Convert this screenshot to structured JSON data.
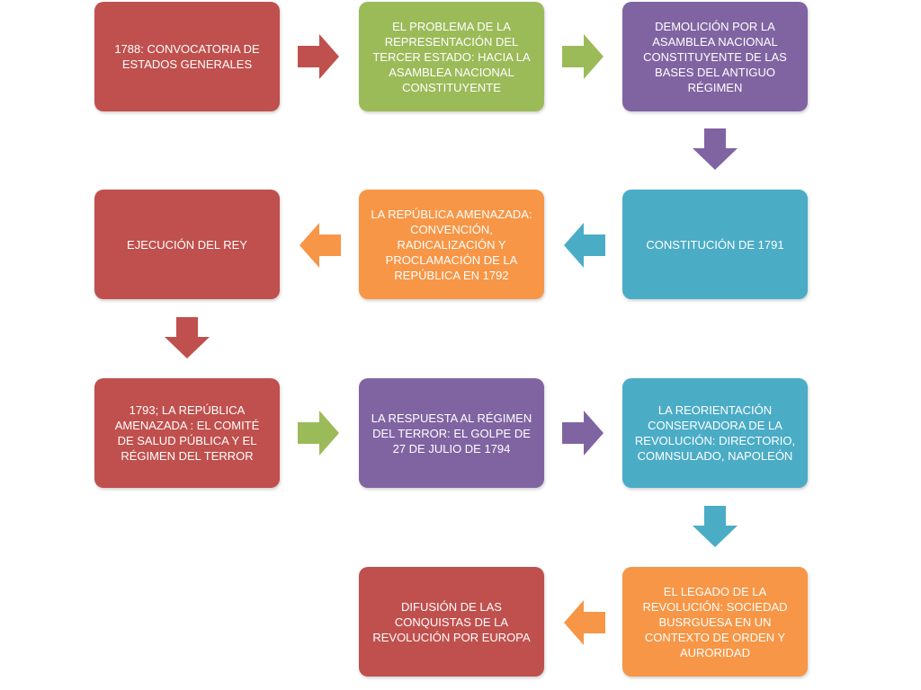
{
  "colors": {
    "red": "#c0504d",
    "green": "#9bbb59",
    "purple": "#8064a2",
    "teal": "#4bacc6",
    "orange": "#f79646"
  },
  "boxes": [
    {
      "id": "estados-generales",
      "label": "1788: CONVOCATORIA DE ESTADOS GENERALES",
      "color": "#c0504d"
    },
    {
      "id": "asamblea-nacional",
      "label": "EL PROBLEMA DE LA REPRESENTACIÓN DEL TERCER ESTADO: HACIA LA ASAMBLEA NACIONAL CONSTITUYENTE",
      "color": "#9bbb59"
    },
    {
      "id": "demolicion-antiguo-regimen",
      "label": "DEMOLICIÓN POR LA ASAMBLEA NACIONAL CONSTITUYENTE DE LAS BASES DEL ANTIGUO RÉGIMEN",
      "color": "#8064a2"
    },
    {
      "id": "ejecucion-rey",
      "label": "EJECUCIÓN DEL REY",
      "color": "#c0504d"
    },
    {
      "id": "republica-amenazada-convencion",
      "label": "LA REPÚBLICA AMENAZADA: CONVENCIÓN, RADICALIZACIÓN Y PROCLAMACIÓN DE LA REPÚBLICA EN  1792",
      "color": "#f79646"
    },
    {
      "id": "constitucion-1791",
      "label": "CONSTITUCIÓN DE 1791",
      "color": "#4bacc6"
    },
    {
      "id": "regimen-terror",
      "label": "1793; LA REPÚBLICA AMENAZADA : EL COMITÉ DE SALUD PÚBLICA Y EL RÉGIMEN DEL TERROR",
      "color": "#c0504d"
    },
    {
      "id": "golpe-julio-1794",
      "label": "LA RESPUESTA AL RÉGIMEN DEL TERROR: EL GOLPE DE  27 DE JULIO DE 1794",
      "color": "#8064a2"
    },
    {
      "id": "reorientacion-conservadora",
      "label": "LA REORIENTACIÓN CONSERVADORA DE LA REVOLUCIÓN: DIRECTORIO, COMNSULADO, NAPOLEÓN",
      "color": "#4bacc6"
    },
    {
      "id": "difusion-europa",
      "label": "DIFUSIÓN DE LAS CONQUISTAS DE LA REVOLUCIÓN POR EUROPA",
      "color": "#c0504d"
    },
    {
      "id": "legado-revolucion",
      "label": "EL LEGADO DE LA REVOLUCIÓN: SOCIEDAD BUSRGUESA EN UN CONTEXTO DE ORDEN Y AURORIDAD",
      "color": "#f79646"
    }
  ],
  "arrows": [
    {
      "from": "estados-generales",
      "to": "asamblea-nacional",
      "direction": "right",
      "color": "#c0504d"
    },
    {
      "from": "asamblea-nacional",
      "to": "demolicion-antiguo-regimen",
      "direction": "right",
      "color": "#9bbb59"
    },
    {
      "from": "demolicion-antiguo-regimen",
      "to": "constitucion-1791",
      "direction": "down",
      "color": "#8064a2"
    },
    {
      "from": "constitucion-1791",
      "to": "republica-amenazada-convencion",
      "direction": "left",
      "color": "#4bacc6"
    },
    {
      "from": "republica-amenazada-convencion",
      "to": "ejecucion-rey",
      "direction": "left",
      "color": "#f79646"
    },
    {
      "from": "ejecucion-rey",
      "to": "regimen-terror",
      "direction": "down",
      "color": "#c0504d"
    },
    {
      "from": "regimen-terror",
      "to": "golpe-julio-1794",
      "direction": "right",
      "color": "#9bbb59"
    },
    {
      "from": "golpe-julio-1794",
      "to": "reorientacion-conservadora",
      "direction": "right",
      "color": "#8064a2"
    },
    {
      "from": "reorientacion-conservadora",
      "to": "legado-revolucion",
      "direction": "down",
      "color": "#4bacc6"
    },
    {
      "from": "legado-revolucion",
      "to": "difusion-europa",
      "direction": "left",
      "color": "#f79646"
    }
  ]
}
